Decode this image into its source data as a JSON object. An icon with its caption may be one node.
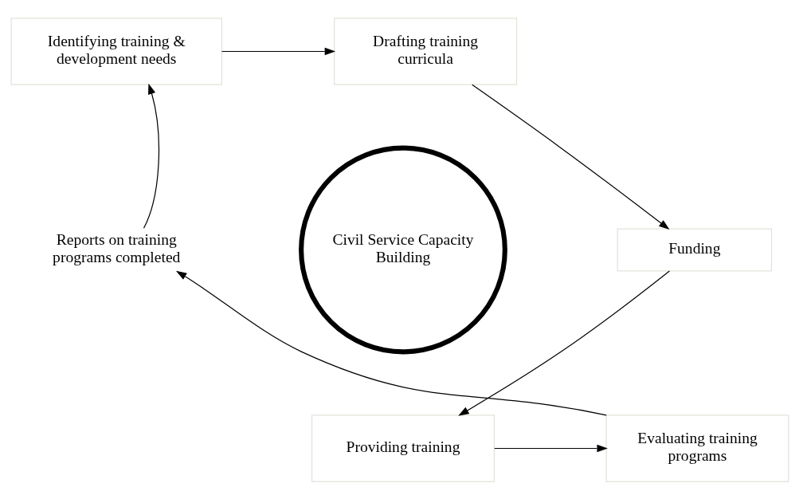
{
  "diagram": {
    "nodes": [
      {
        "text": [
          "Identifying training & development needs"
        ]
      },
      {
        "text": [
          "Drafting training curricula"
        ]
      },
      {
        "text": [
          "Funding"
        ]
      },
      {
        "text": [
          "Providing training"
        ]
      },
      {
        "text": [
          "Evaluating training programs"
        ]
      },
      {
        "text": [
          "Reports on training programs completed"
        ]
      },
      {
        "text": [
          "Civil Service Capacity Building"
        ]
      }
    ],
    "edges": [
      {
        "from": 0,
        "to": 1,
        "arrow": "to"
      },
      {
        "from": 1,
        "to": 2,
        "arrow": "to"
      },
      {
        "from": 2,
        "to": 3,
        "arrow": "to"
      },
      {
        "from": 3,
        "to": 4,
        "arrow": "to"
      },
      {
        "from": 4,
        "to": 5,
        "arrow": "to"
      },
      {
        "from": 5,
        "to": 0,
        "arrow": "to"
      }
    ]
  }
}
